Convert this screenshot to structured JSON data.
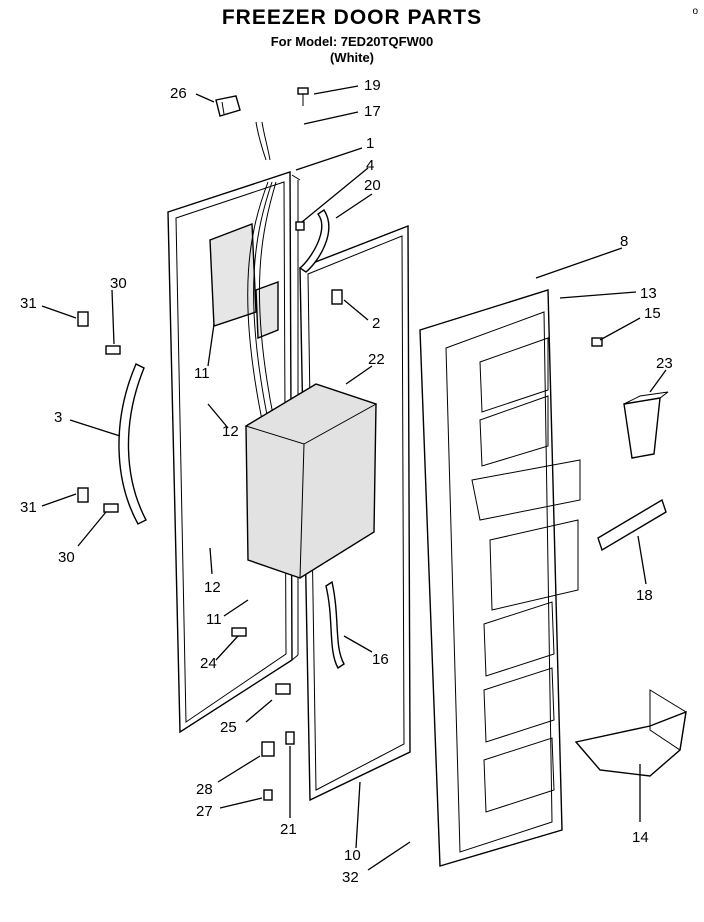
{
  "header": {
    "title": "FREEZER DOOR PARTS",
    "model_line": "For Model: 7ED20TQFW00",
    "color_line": "(White)",
    "corner_mark": "o"
  },
  "callouts": {
    "c1": "1",
    "c2": "2",
    "c3": "3",
    "c4": "4",
    "c8": "8",
    "c10": "10",
    "c11a": "11",
    "c11b": "11",
    "c12a": "12",
    "c12b": "12",
    "c13": "13",
    "c14": "14",
    "c15": "15",
    "c16": "16",
    "c17": "17",
    "c18": "18",
    "c19": "19",
    "c20": "20",
    "c21": "21",
    "c22": "22",
    "c23": "23",
    "c24": "24",
    "c25": "25",
    "c26": "26",
    "c27": "27",
    "c28": "28",
    "c30a": "30",
    "c30b": "30",
    "c31a": "31",
    "c31b": "31",
    "c32": "32"
  }
}
